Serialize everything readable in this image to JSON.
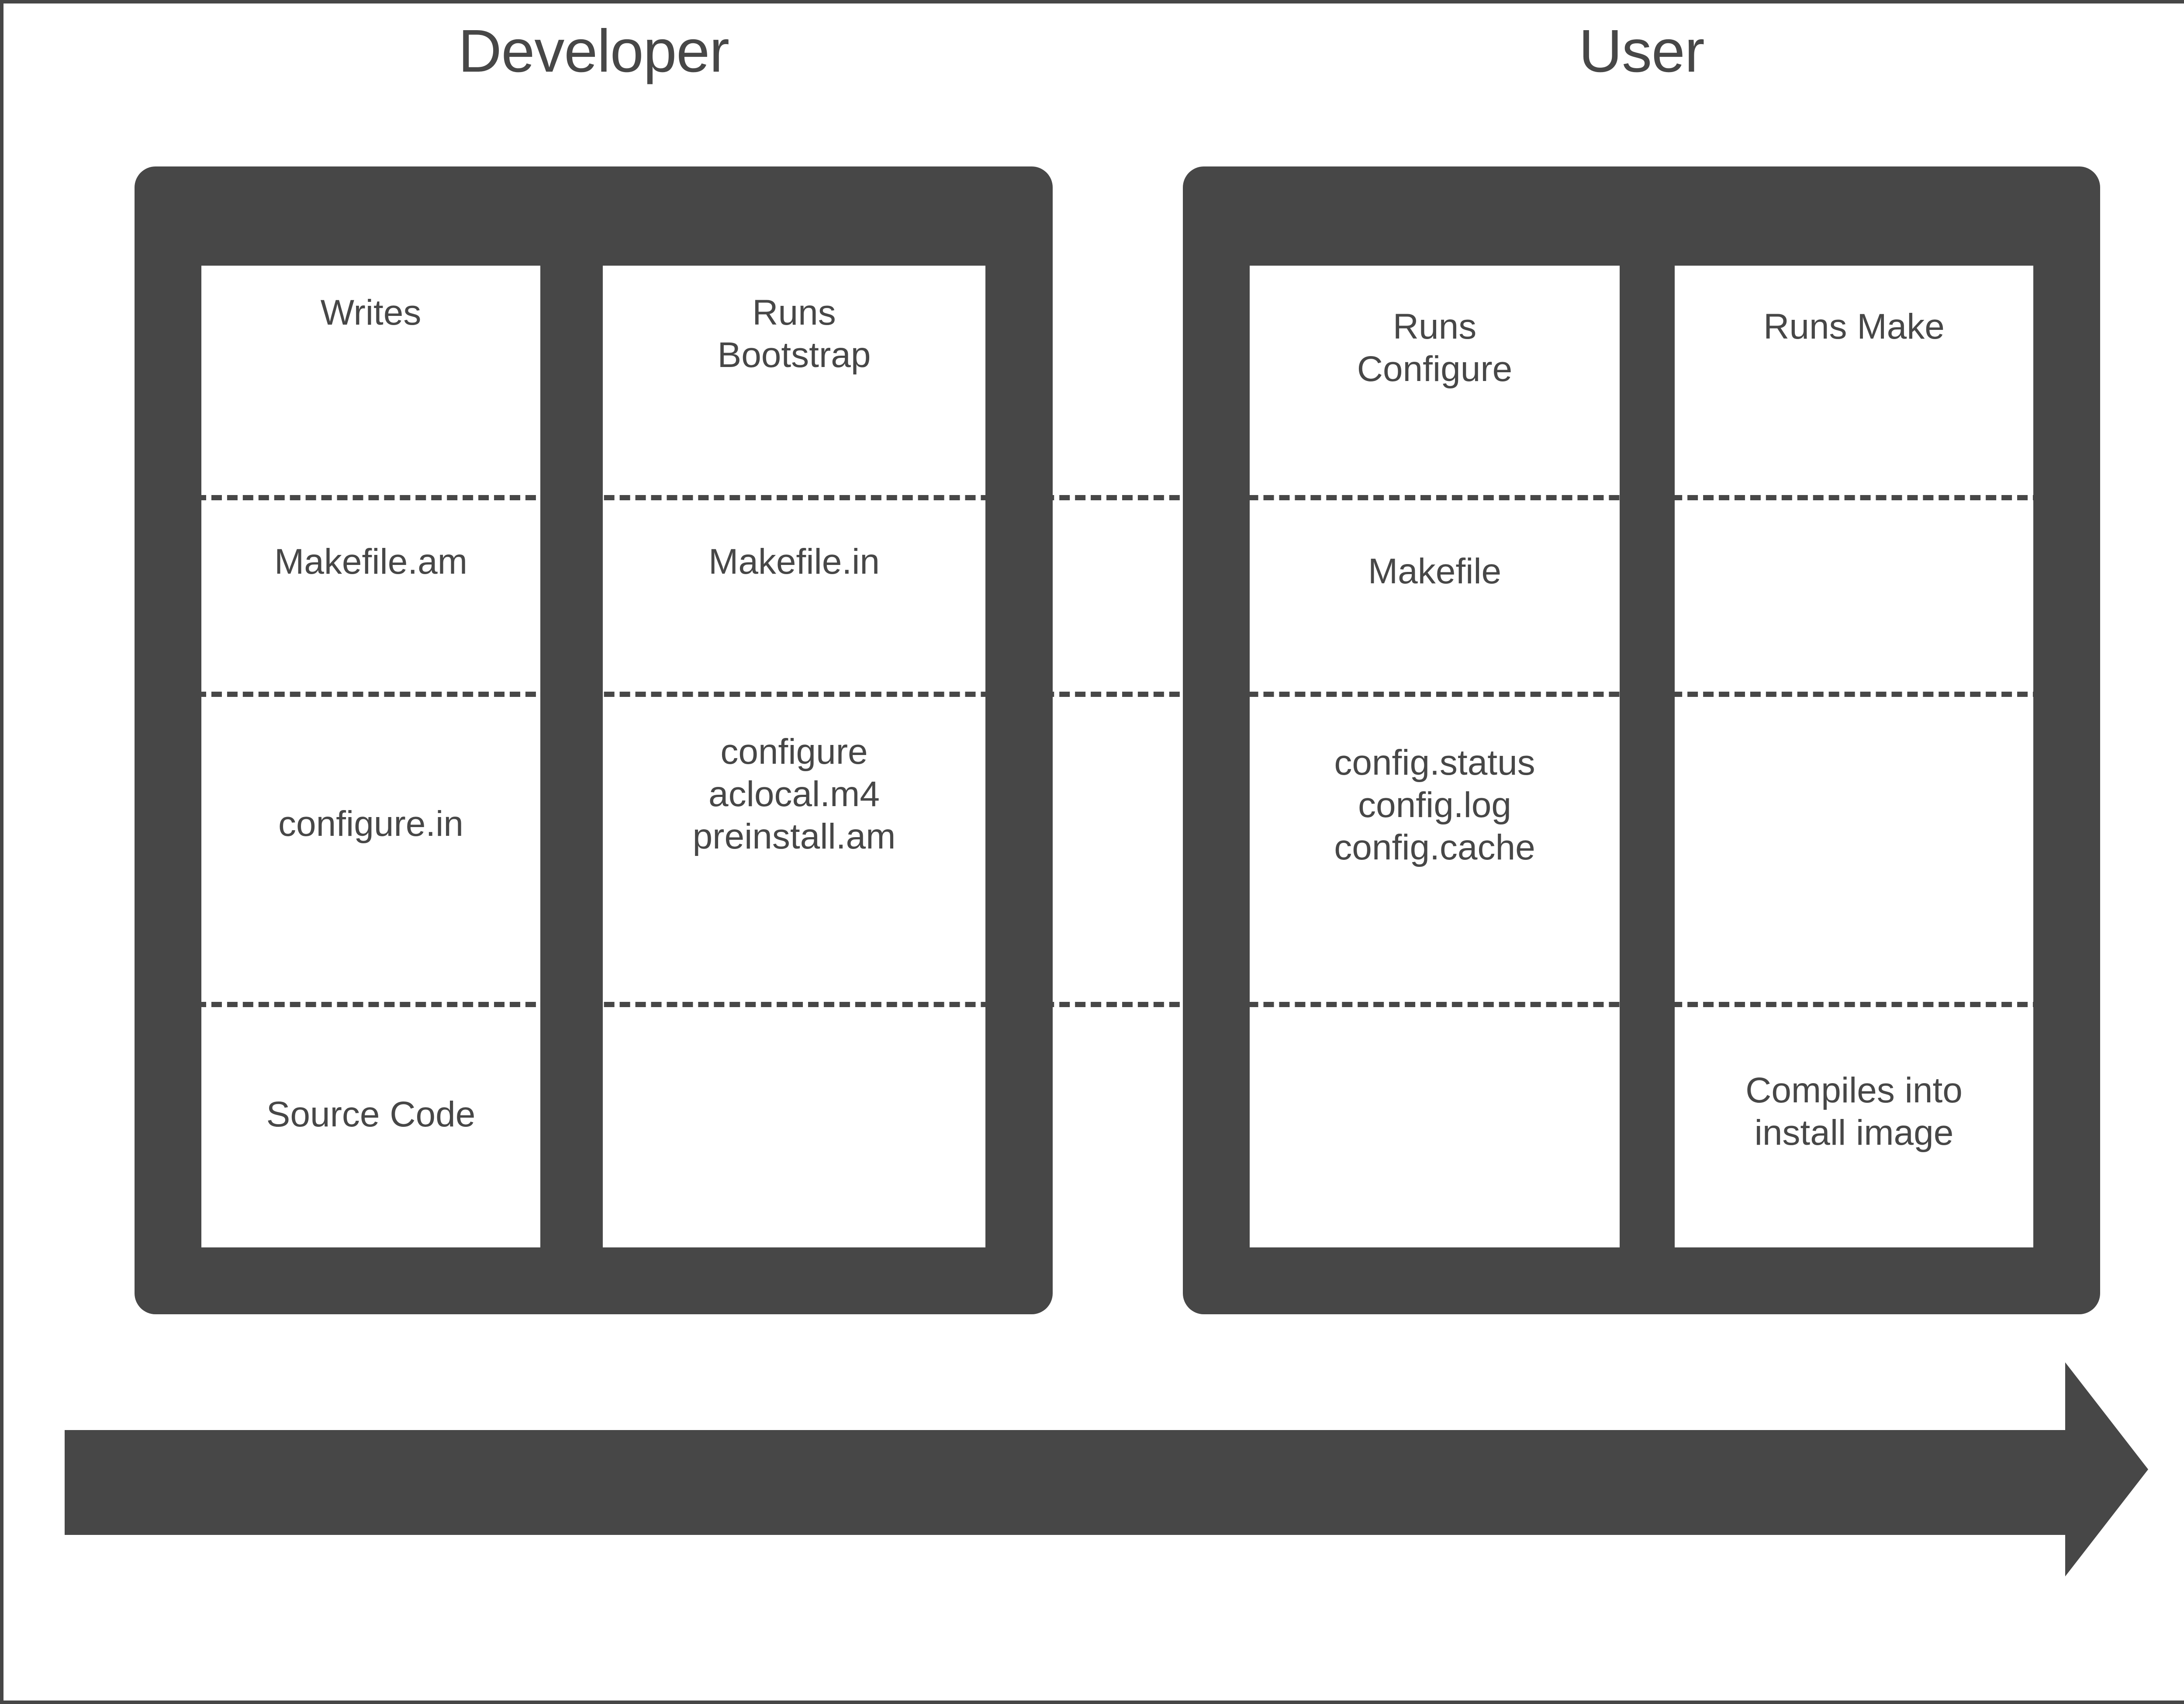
{
  "colors": {
    "ink": "#474747",
    "paper": "#ffffff"
  },
  "titles": {
    "left": "Developer",
    "right": "User"
  },
  "diagram": {
    "type": "flow-matrix",
    "row_separator_style": "dashed",
    "panels": [
      {
        "name": "developer",
        "title": "Developer",
        "columns": [
          {
            "name": "developer-writes",
            "header": "Writes",
            "rows": [
              "Makefile.am",
              "configure.in",
              "",
              "Source Code"
            ]
          },
          {
            "name": "developer-bootstrap",
            "header": "Runs\nBootstrap",
            "rows": [
              "Makefile.in",
              "configure\naclocal.m4\npreinstall.am",
              ""
            ]
          }
        ]
      },
      {
        "name": "user",
        "title": "User",
        "columns": [
          {
            "name": "user-configure",
            "header": "Runs\nConfigure",
            "rows": [
              "Makefile",
              "config.status\nconfig.log\nconfig.cache",
              ""
            ]
          },
          {
            "name": "user-make",
            "header": "Runs Make",
            "rows": [
              "",
              "",
              "Compiles into\ninstall image"
            ]
          }
        ]
      }
    ]
  },
  "cells": {
    "dev_writes_header": "Writes",
    "dev_bootstrap_header": "Runs\nBootstrap",
    "user_configure_header": "Runs\nConfigure",
    "user_make_header": "Runs Make",
    "dev_makefile_am": "Makefile.am",
    "dev_makefile_in": "Makefile.in",
    "dev_configure_in": "configure.in",
    "dev_generated": "configure\naclocal.m4\npreinstall.am",
    "dev_source_code": "Source Code",
    "user_makefile": "Makefile",
    "user_config_files": "config.status\nconfig.log\nconfig.cache",
    "user_compiles": "Compiles into\ninstall image"
  },
  "arrow": {
    "name": "time-progression-arrow",
    "direction": "right",
    "label": ""
  }
}
